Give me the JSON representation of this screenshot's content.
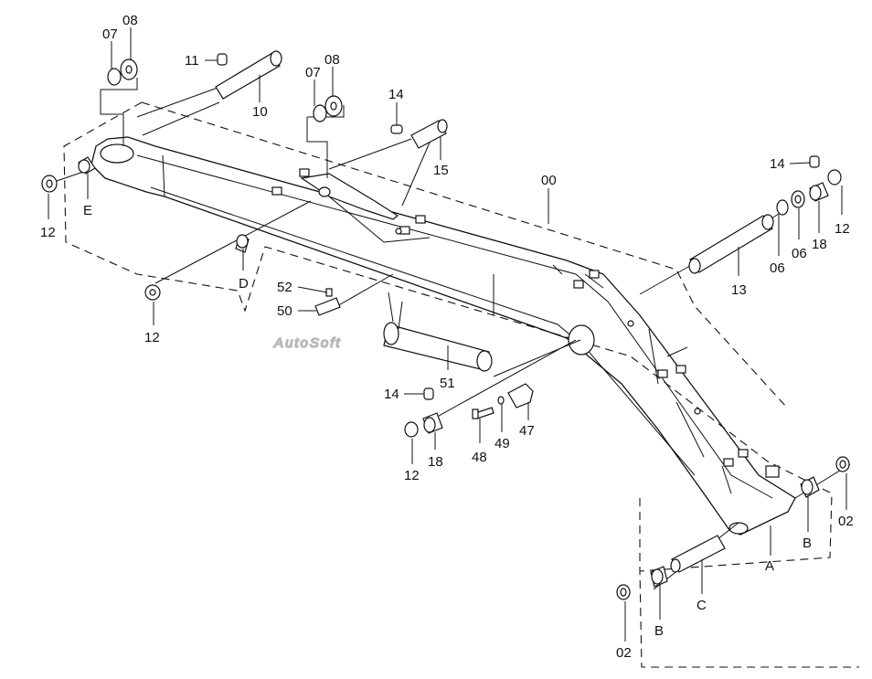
{
  "watermark": "AutoSoft",
  "callouts": {
    "c07a": "07",
    "c08a": "08",
    "c11": "11",
    "c10": "10",
    "c07b": "07",
    "c08b": "08",
    "c14a": "14",
    "c15": "15",
    "c00": "00",
    "c14b": "14",
    "c12a": "12",
    "c18a": "18",
    "c06a": "06",
    "c06b": "06",
    "c13": "13",
    "cE": "E",
    "c12b": "12",
    "cD": "D",
    "c12c": "12",
    "c52": "52",
    "c50": "50",
    "c51": "51",
    "c14c": "14",
    "c12d": "12",
    "c18b": "18",
    "c48": "48",
    "c49": "49",
    "c47": "47",
    "cA": "A",
    "cB1": "B",
    "c02a": "02",
    "cC": "C",
    "cB2": "B",
    "c02b": "02"
  }
}
